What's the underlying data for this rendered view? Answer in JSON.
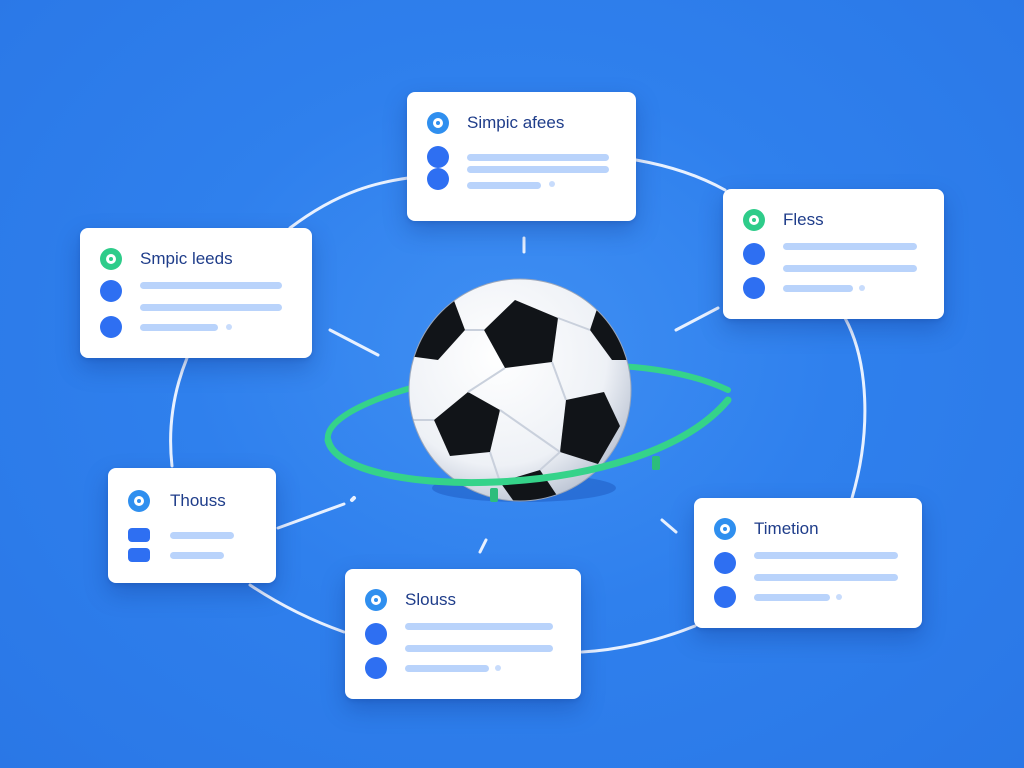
{
  "nodes": [
    {
      "id": "top",
      "title": "Simpic afees",
      "icon": "ring",
      "color": "blue"
    },
    {
      "id": "left",
      "title": "Smpic leeds",
      "icon": "ring",
      "color": "green"
    },
    {
      "id": "right",
      "title": "Fless",
      "icon": "ring",
      "color": "green"
    },
    {
      "id": "bottom-left",
      "title": "Thouss",
      "icon": "ring",
      "color": "blue"
    },
    {
      "id": "bottom",
      "title": "Slouss",
      "icon": "ring",
      "color": "blue"
    },
    {
      "id": "bottom-right",
      "title": "Timetion",
      "icon": "ring",
      "color": "blue"
    }
  ],
  "colors": {
    "background": "#2f80ed",
    "accent_blue": "#2e6ff2",
    "accent_green": "#2ecc8a",
    "title_text": "#1f3d8a",
    "placeholder_bar": "#b9d3fb",
    "orbit_ring": "#3ee08f"
  },
  "center": {
    "icon": "soccer-ball-icon"
  }
}
